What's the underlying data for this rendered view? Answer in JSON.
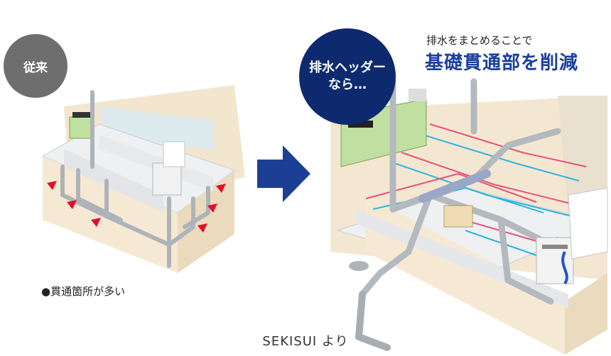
{
  "left": {
    "badge": "従来",
    "caption": "●貫通箇所が多い"
  },
  "right": {
    "badge_line1": "排水ヘッダー",
    "badge_line2": "なら…",
    "headline_small": "排水をまとめることで",
    "headline_large": "基礎貫通部を削減"
  },
  "footer": {
    "credit": "SEKISUI より"
  },
  "colors": {
    "badge_gray": "#6e6e6e",
    "badge_navy": "#0d2a6e",
    "headline_blue": "#1a3f9c",
    "arrow_blue": "#1c3f95",
    "marker_red": "#e0102a",
    "pipe_pink": "#e8507a",
    "pipe_cyan": "#2bb5e0"
  }
}
